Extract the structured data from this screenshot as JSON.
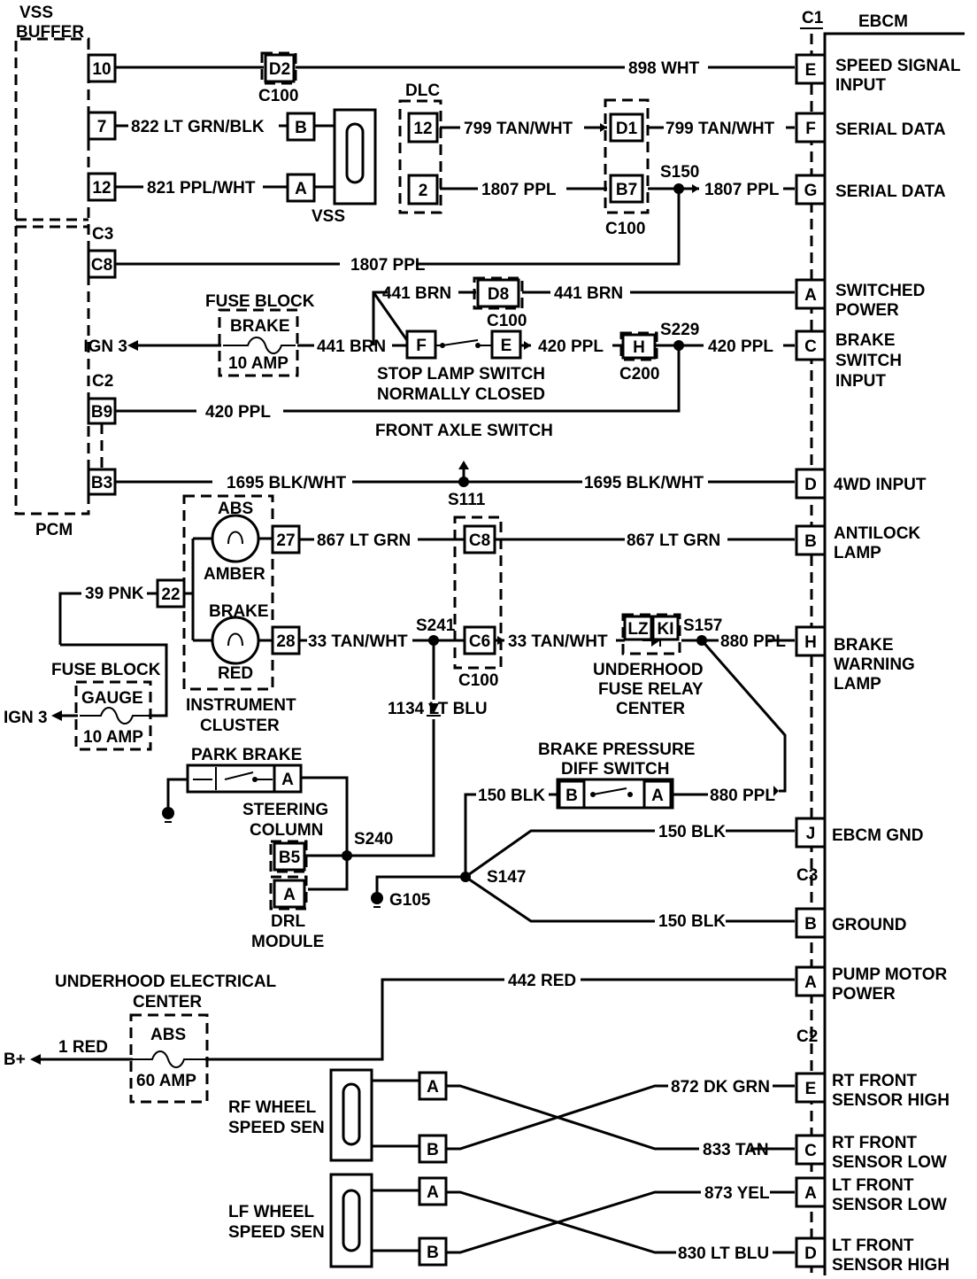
{
  "modules": {
    "ebcm": "EBCM",
    "pcm": "PCM",
    "vss_buffer_1": "VSS",
    "vss_buffer_2": "BUFFER",
    "vss": "VSS",
    "dlc": "DLC",
    "instrument_cluster_1": "INSTRUMENT",
    "instrument_cluster_2": "CLUSTER",
    "drl_1": "DRL",
    "drl_2": "MODULE",
    "steering_1": "STEERING",
    "steering_2": "COLUMN",
    "park_brake": "PARK BRAKE",
    "front_axle": "FRONT AXLE SWITCH",
    "stop_lamp_1": "STOP LAMP SWITCH",
    "stop_lamp_2": "NORMALLY CLOSED",
    "bpds_1": "BRAKE PRESSURE",
    "bpds_2": "DIFF SWITCH",
    "ufrc_1": "UNDERHOOD",
    "ufrc_2": "FUSE RELAY",
    "ufrc_3": "CENTER",
    "uec_1": "UNDERHOOD ELECTRICAL",
    "uec_2": "CENTER",
    "rf_1": "RF WHEEL",
    "rf_2": "SPEED SEN",
    "lf_1": "LF WHEEL",
    "lf_2": "SPEED SEN",
    "abs_lamp": "ABS",
    "amber": "AMBER",
    "brake_lamp": "BRAKE",
    "red": "RED"
  },
  "fuses": {
    "fb1_title": "FUSE BLOCK",
    "fb1_name": "BRAKE",
    "fb1_rating": "10 AMP",
    "fb2_title": "FUSE BLOCK",
    "fb2_name": "GAUGE",
    "fb2_rating": "10 AMP",
    "abs_name": "ABS",
    "abs_rating": "60 AMP"
  },
  "power": {
    "ign3_a": "IGN 3",
    "ign3_b": "IGN 3",
    "bplus": "B+"
  },
  "connectors": {
    "c1": "C1",
    "c2_ebcm": "C2",
    "c3_ebcm": "C3",
    "c3_pcm": "C3",
    "c2_pcm": "C2",
    "c100_a": "C100",
    "c100_b": "C100",
    "c100_c": "C100",
    "c100_d": "C100",
    "c200": "C200"
  },
  "splices": {
    "s150": "S150",
    "s229": "S229",
    "s111": "S111",
    "s241": "S241",
    "s157": "S157",
    "s240": "S240",
    "s147": "S147",
    "g105": "G105"
  },
  "pins": {
    "vb10": "10",
    "vb7": "7",
    "vb12": "12",
    "pc8": "C8",
    "pb9": "B9",
    "pb3": "B3",
    "d2": "D2",
    "vss_b": "B",
    "vss_a": "A",
    "dlc12": "12",
    "dlc2": "2",
    "d1": "D1",
    "b7": "B7",
    "d8": "D8",
    "stop_f": "F",
    "stop_e": "E",
    "h200": "H",
    "ic27": "27",
    "ic28": "28",
    "ic22": "22",
    "c100_c8": "C8",
    "c100_c6": "C6",
    "lz": "LZ",
    "ki": "KI",
    "pb_a": "A",
    "b5": "B5",
    "drl_a": "A",
    "bp_b": "B",
    "bp_a": "A",
    "rf_a": "A",
    "rf_b": "B",
    "lf_a": "A",
    "lf_b": "B",
    "e_e": "E",
    "e_f": "F",
    "e_g": "G",
    "e_a1": "A",
    "e_c": "C",
    "e_d": "D",
    "e_b": "B",
    "e_h": "H",
    "e_j": "J",
    "e_b3": "B",
    "e_a3": "A",
    "e_e2": "E",
    "e_c2": "C",
    "e_a2": "A",
    "e_d2": "D"
  },
  "wires": {
    "w898": "898 WHT",
    "w822": "822 LT GRN/BLK",
    "w821": "821 PPL/WHT",
    "w799a": "799 TAN/WHT",
    "w799b": "799 TAN/WHT",
    "w1807a": "1807 PPL",
    "w1807b": "1807 PPL",
    "w1807c": "1807 PPL",
    "w441a": "441 BRN",
    "w441b": "441 BRN",
    "w441c": "441 BRN",
    "w420a": "420 PPL",
    "w420b": "420 PPL",
    "w420c": "420 PPL",
    "w1695a": "1695 BLK/WHT",
    "w1695b": "1695 BLK/WHT",
    "w867a": "867 LT GRN",
    "w867b": "867 LT GRN",
    "w39": "39 PNK",
    "w33a": "33 TAN/WHT",
    "w33b": "33 TAN/WHT",
    "w880a": "880 PPL",
    "w880b": "880 PPL",
    "w1134": "1134 LT BLU",
    "w150a": "150 BLK",
    "w150b": "150 BLK",
    "w150c": "150 BLK",
    "w442": "442 RED",
    "w1red": "1 RED",
    "w872": "872 DK GRN",
    "w833": "833 TAN",
    "w873": "873 YEL",
    "w830": "830 LT BLU"
  },
  "ebcm_functions": {
    "speed_1": "SPEED SIGNAL",
    "speed_2": "INPUT",
    "serial_1": "SERIAL DATA",
    "serial_2": "SERIAL DATA",
    "sw_pwr_1": "SWITCHED",
    "sw_pwr_2": "POWER",
    "brake_sw_1": "BRAKE",
    "brake_sw_2": "SWITCH",
    "brake_sw_3": "INPUT",
    "fourwd": "4WD INPUT",
    "antilock_1": "ANTILOCK",
    "antilock_2": "LAMP",
    "bwl_1": "BRAKE",
    "bwl_2": "WARNING",
    "bwl_3": "LAMP",
    "ebcm_gnd": "EBCM GND",
    "ground": "GROUND",
    "pump_1": "PUMP MOTOR",
    "pump_2": "POWER",
    "rfh_1": "RT FRONT",
    "rfh_2": "SENSOR HIGH",
    "rfl_1": "RT FRONT",
    "rfl_2": "SENSOR LOW",
    "lfl_1": "LT FRONT",
    "lfl_2": "SENSOR LOW",
    "lfh_1": "LT FRONT",
    "lfh_2": "SENSOR HIGH"
  }
}
